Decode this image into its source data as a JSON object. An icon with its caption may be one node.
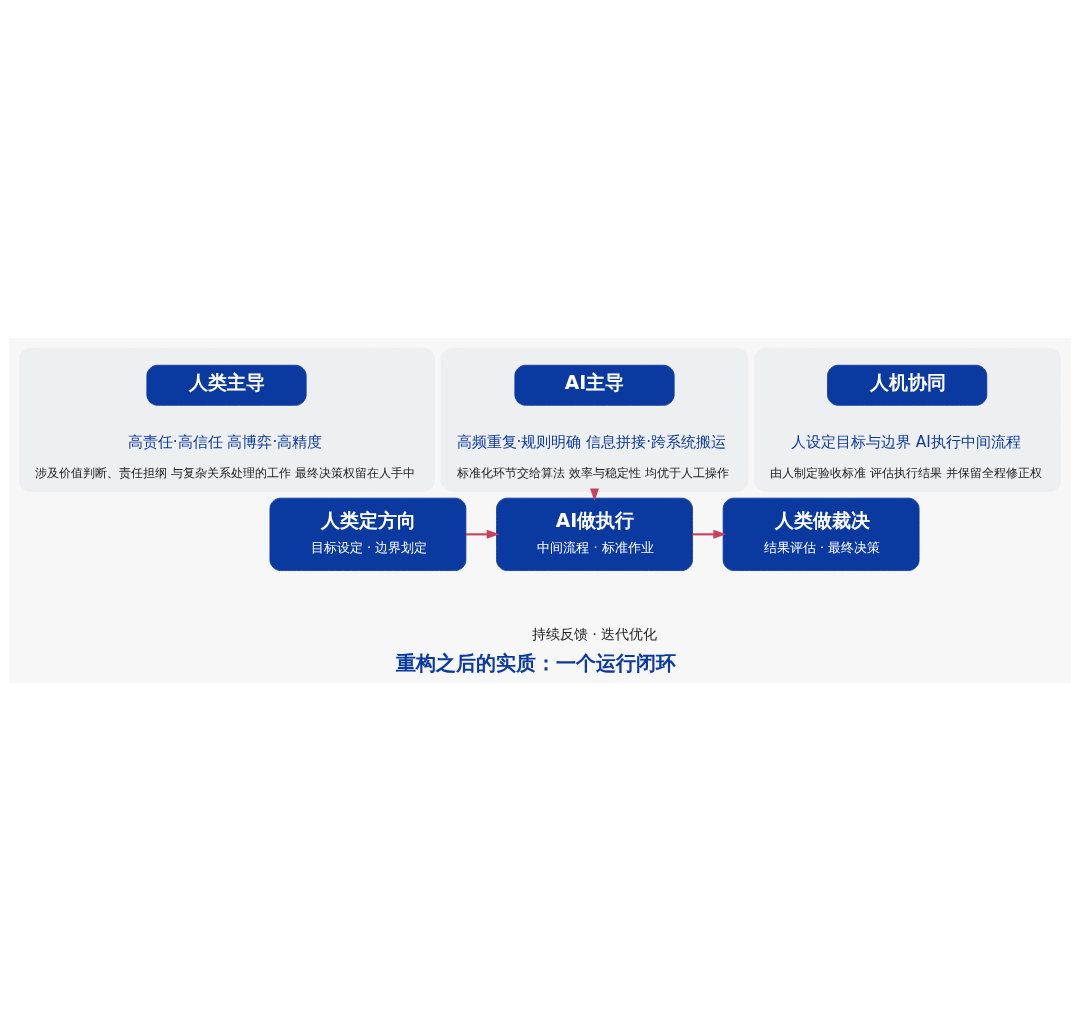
{
  "diagram": {
    "title": "重构之后的实质：一个运行闭环",
    "nodes": [
      {
        "text": [
          "高责任·高信任 高博弈·高精度",
          "涉及价值判断、责任担纲 与复杂关系处理的工作 最终决策权留在人手中"
        ]
      },
      {
        "text": [
          "人类主导"
        ],
        "in": 0
      },
      {
        "text": [
          "高频重复·规则明确 信息拼接·跨系统搬运",
          "标准化环节交给算法 效率与稳定性 均优于人工操作"
        ]
      },
      {
        "text": [
          "AI主导"
        ],
        "in": 2
      },
      {
        "text": [
          "人设定目标与边界 AI执行中间流程",
          "由人制定验收标准 评估执行结果 并保留全程修正权"
        ]
      },
      {
        "text": [
          "人机协同"
        ],
        "in": 4
      },
      {
        "text": [
          "人类定方向",
          "目标设定 · 边界划定"
        ]
      },
      {
        "text": [
          "AI做执行",
          "中间流程 · 标准作业"
        ]
      },
      {
        "text": [
          "人类做裁决",
          "结果评估 · 最终决策"
        ]
      }
    ],
    "edges": [
      {
        "from": 2,
        "to": 7,
        "arrow": "to",
        "color": "#c8405e"
      },
      {
        "from": 6,
        "to": 7,
        "arrow": "to"
      },
      {
        "from": 7,
        "to": 8,
        "arrow": "to"
      }
    ],
    "labels": [
      "持续反馈 · 迭代优化"
    ]
  }
}
